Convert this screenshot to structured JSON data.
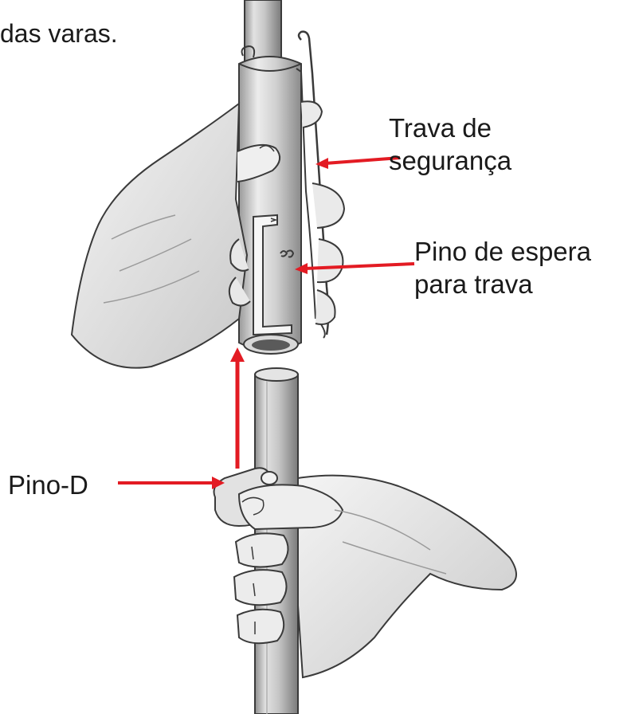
{
  "intro_text": "das varas.",
  "labels": {
    "trava_line1": "Trava de",
    "trava_line2": "segurança",
    "pino_espera_line1": "Pino de espera",
    "pino_espera_line2": "para trava",
    "pino_d": "Pino-D"
  },
  "colors": {
    "arrow": "#e31b23",
    "text": "#1a1a1a",
    "sketch": "#3a3a3a"
  }
}
